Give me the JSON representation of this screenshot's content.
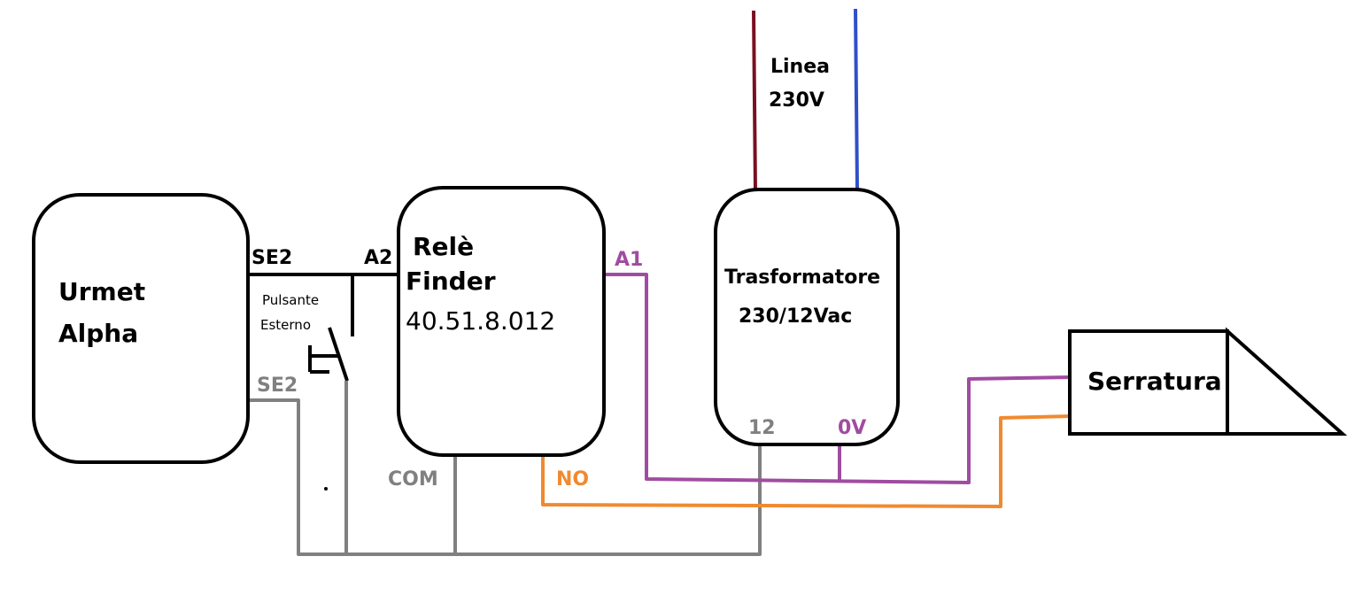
{
  "colors": {
    "black": "#000000",
    "gray": "#808080",
    "purple": "#a04ca0",
    "orange": "#f08a30",
    "line_brown": "#7a1020",
    "line_blue": "#3050c8"
  },
  "blocks": {
    "urmet": {
      "line1": "Urmet",
      "line2": "Alpha"
    },
    "rele": {
      "line1": "Relè",
      "line2": "Finder",
      "line3": "40.51.8.012"
    },
    "trasformatore": {
      "line1": "Trasformatore",
      "line2": "230/12Vac"
    },
    "serratura": {
      "label": "Serratura"
    }
  },
  "terminals": {
    "se2_top": "SE2",
    "se2_bottom": "SE2",
    "a2": "A2",
    "a1": "A1",
    "com": "COM",
    "no": "NO",
    "twelve": "12",
    "zero_v": "0V"
  },
  "pulsante": {
    "line1": "Pulsante",
    "line2": "Esterno"
  },
  "linea": {
    "line1": "Linea",
    "line2": "230V"
  }
}
